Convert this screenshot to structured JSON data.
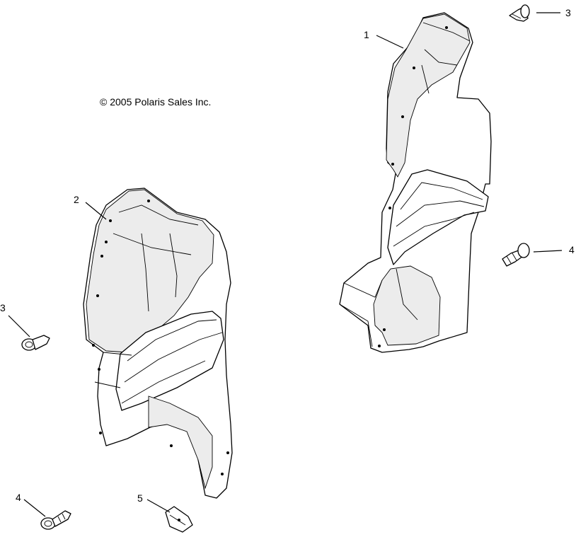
{
  "copyright": "© 2005 Polaris Sales Inc.",
  "callouts": [
    {
      "id": "callout-1",
      "number": "1"
    },
    {
      "id": "callout-2",
      "number": "2"
    },
    {
      "id": "callout-3-top",
      "number": "3"
    },
    {
      "id": "callout-3-left",
      "number": "3"
    },
    {
      "id": "callout-4-right",
      "number": "4"
    },
    {
      "id": "callout-4-bottom",
      "number": "4"
    },
    {
      "id": "callout-5",
      "number": "5"
    }
  ]
}
